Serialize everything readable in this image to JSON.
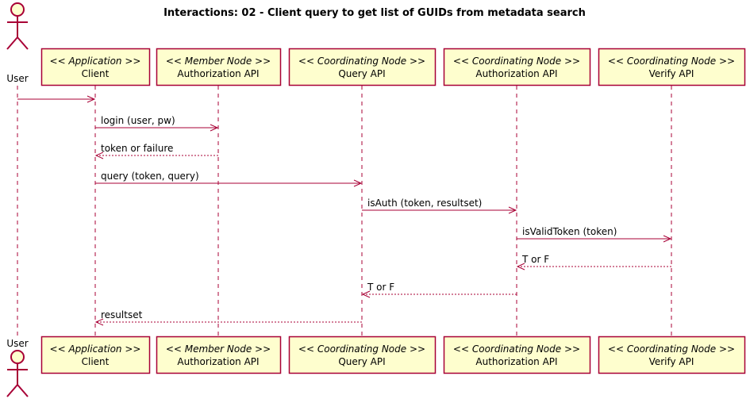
{
  "title": "Interactions: 02 - Client query to get list of GUIDs from metadata search",
  "actor": {
    "name": "User"
  },
  "participants": [
    {
      "id": "client",
      "stereotype": "<< Application >>",
      "name": "Client"
    },
    {
      "id": "mn_auth",
      "stereotype": "<< Member Node >>",
      "name": "Authorization API"
    },
    {
      "id": "cn_query",
      "stereotype": "<< Coordinating Node >>",
      "name": "Query API"
    },
    {
      "id": "cn_auth",
      "stereotype": "<< Coordinating Node >>",
      "name": "Authorization API"
    },
    {
      "id": "cn_verify",
      "stereotype": "<< Coordinating Node >>",
      "name": "Verify API"
    }
  ],
  "messages": [
    {
      "from": "user",
      "to": "client",
      "label": "",
      "kind": "call"
    },
    {
      "from": "client",
      "to": "mn_auth",
      "label": "login (user, pw)",
      "kind": "call"
    },
    {
      "from": "mn_auth",
      "to": "client",
      "label": "token or failure",
      "kind": "return"
    },
    {
      "from": "client",
      "to": "cn_query",
      "label": "query (token, query)",
      "kind": "call"
    },
    {
      "from": "cn_query",
      "to": "cn_auth",
      "label": "isAuth (token, resultset)",
      "kind": "call"
    },
    {
      "from": "cn_auth",
      "to": "cn_verify",
      "label": "isValidToken (token)",
      "kind": "call"
    },
    {
      "from": "cn_verify",
      "to": "cn_auth",
      "label": "T or F",
      "kind": "return"
    },
    {
      "from": "cn_auth",
      "to": "cn_query",
      "label": "T or F",
      "kind": "return"
    },
    {
      "from": "cn_query",
      "to": "client",
      "label": "resultset",
      "kind": "return"
    }
  ],
  "colors": {
    "box_fill": "#FEFECE",
    "box_stroke": "#A80036",
    "line": "#A80036",
    "text": "#000000"
  }
}
